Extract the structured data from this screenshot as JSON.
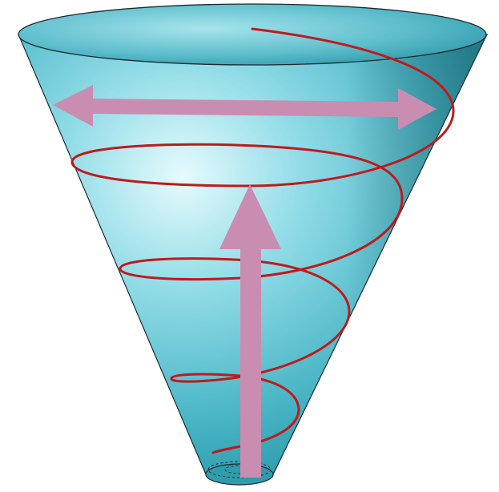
{
  "diagram": {
    "shape": "inverted-cone",
    "elements": [
      "cone-body",
      "cone-top-ellipse",
      "cone-base-ellipse",
      "spiral-curve",
      "horizontal-double-arrow",
      "vertical-up-arrow"
    ]
  },
  "colors": {
    "cone_light": "#d8f6fb",
    "cone_mid": "#7cd3df",
    "cone_dark": "#1f8e9e",
    "cone_outline": "#1a2a30",
    "spiral": "#c0191c",
    "arrow": "#c98db1"
  }
}
